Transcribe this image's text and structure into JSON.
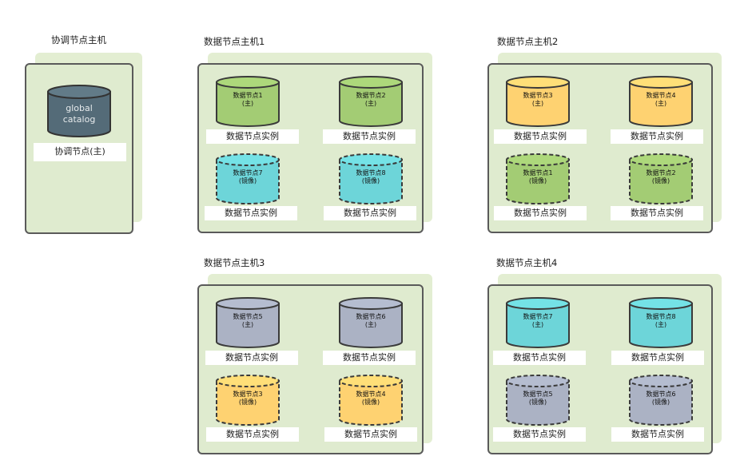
{
  "coordinator": {
    "title": "协调节点主机",
    "cylinder_lines": [
      "global",
      "catalog"
    ],
    "label": "协调节点(主)"
  },
  "instance_label": "数据节点实例",
  "colors": {
    "green": "#a3cc74",
    "yellow": "#fed271",
    "cyan": "#6dd5d9",
    "gray": "#abb2c4",
    "coordinator": "#546b78",
    "host_bg": "#dfebcf"
  },
  "hosts": [
    {
      "title": "数据节点主机1",
      "nodes": [
        {
          "line1": "数据节点1",
          "line2": "(主)",
          "color": "#a3cc74",
          "dashed": false
        },
        {
          "line1": "数据节点2",
          "line2": "(主)",
          "color": "#a3cc74",
          "dashed": false
        },
        {
          "line1": "数据节点7",
          "line2": "(镜像)",
          "color": "#6dd5d9",
          "dashed": true
        },
        {
          "line1": "数据节点8",
          "line2": "(镜像)",
          "color": "#6dd5d9",
          "dashed": true
        }
      ]
    },
    {
      "title": "数据节点主机2",
      "nodes": [
        {
          "line1": "数据节点3",
          "line2": "(主)",
          "color": "#fed271",
          "dashed": false
        },
        {
          "line1": "数据节点4",
          "line2": "(主)",
          "color": "#fed271",
          "dashed": false
        },
        {
          "line1": "数据节点1",
          "line2": "(镜像)",
          "color": "#a3cc74",
          "dashed": true
        },
        {
          "line1": "数据节点2",
          "line2": "(镜像)",
          "color": "#a3cc74",
          "dashed": true
        }
      ]
    },
    {
      "title": "数据节点主机3",
      "nodes": [
        {
          "line1": "数据节点5",
          "line2": "(主)",
          "color": "#abb2c4",
          "dashed": false
        },
        {
          "line1": "数据节点6",
          "line2": "(主)",
          "color": "#abb2c4",
          "dashed": false
        },
        {
          "line1": "数据节点3",
          "line2": "(镜像)",
          "color": "#fed271",
          "dashed": true
        },
        {
          "line1": "数据节点4",
          "line2": "(镜像)",
          "color": "#fed271",
          "dashed": true
        }
      ]
    },
    {
      "title": "数据节点主机4",
      "nodes": [
        {
          "line1": "数据节点7",
          "line2": "(主)",
          "color": "#6dd5d9",
          "dashed": false
        },
        {
          "line1": "数据节点8",
          "line2": "(主)",
          "color": "#6dd5d9",
          "dashed": false
        },
        {
          "line1": "数据节点5",
          "line2": "(镜像)",
          "color": "#abb2c4",
          "dashed": true
        },
        {
          "line1": "数据节点6",
          "line2": "(镜像)",
          "color": "#abb2c4",
          "dashed": true
        }
      ]
    }
  ]
}
